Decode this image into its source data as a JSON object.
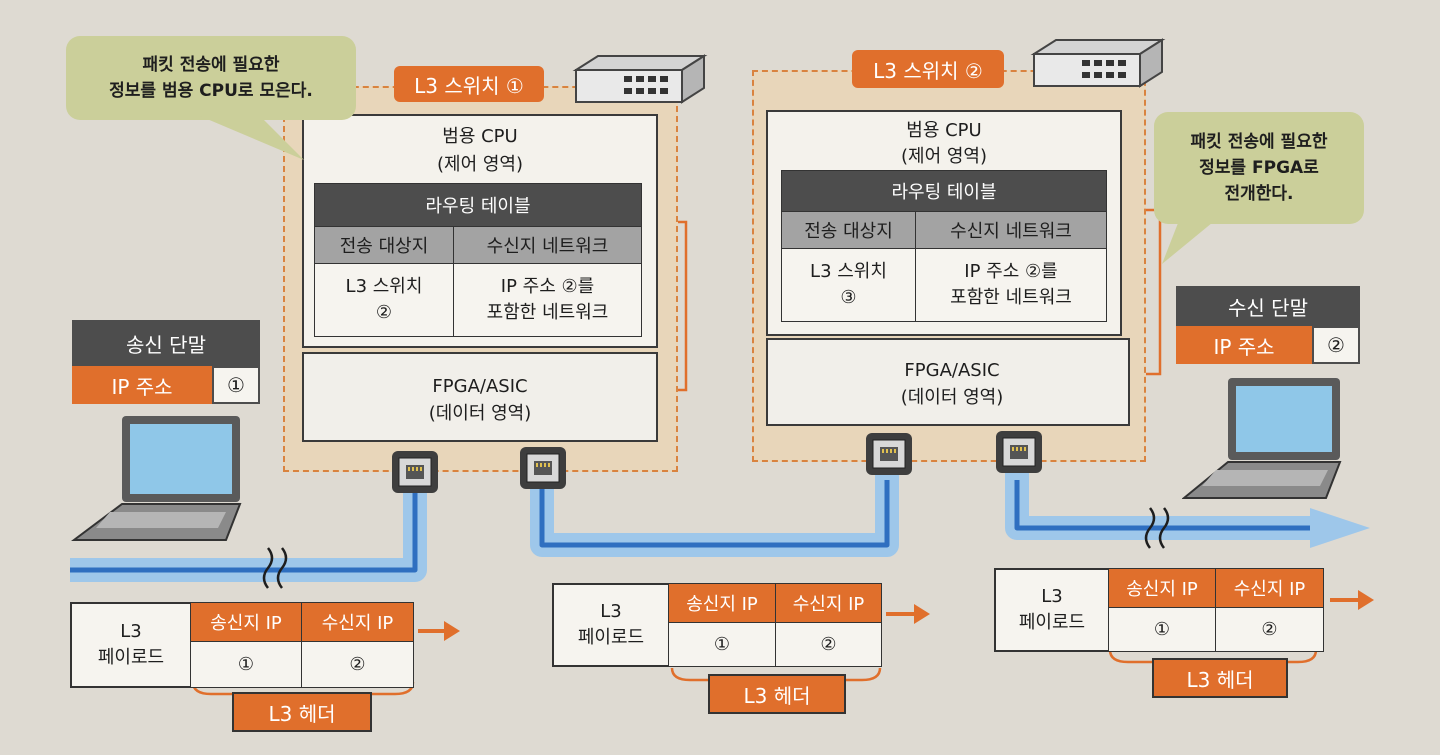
{
  "colors": {
    "orange": "#e06f2c",
    "dark": "#4d4d4d",
    "blue": "#2f6fc0",
    "cable": "#9ec7ea",
    "bubble": "#cbcf9a"
  },
  "switch1": {
    "name": "L3 스위치 ①",
    "cpu_title": "범용 CPU",
    "cpu_sub": "(제어 영역)",
    "table_title": "라우팅 테이블",
    "col1": "전송 대상지",
    "col2": "수신지 네트워크",
    "row_col1": [
      "L3 스위치",
      "②"
    ],
    "row_col2": [
      "IP 주소 ②를",
      "포함한 네트워크"
    ],
    "fpga_title": "FPGA/ASIC",
    "fpga_sub": "(데이터 영역)"
  },
  "switch2": {
    "name": "L3 스위치 ②",
    "cpu_title": "범용 CPU",
    "cpu_sub": "(제어 영역)",
    "table_title": "라우팅 테이블",
    "col1": "전송 대상지",
    "col2": "수신지 네트워크",
    "row_col1": [
      "L3 스위치",
      "③"
    ],
    "row_col2": [
      "IP 주소 ②를",
      "포함한 네트워크"
    ],
    "fpga_title": "FPGA/ASIC",
    "fpga_sub": "(데이터 영역)"
  },
  "bubble_left": [
    "패킷 전송에 필요한",
    "정보를 범용 CPU로 모은다."
  ],
  "bubble_right": [
    "패킷 전송에 필요한",
    "정보를 FPGA로",
    "전개한다."
  ],
  "sender": {
    "title": "송신 단말",
    "ip_label": "IP 주소",
    "ip_value": "①"
  },
  "receiver": {
    "title": "수신 단말",
    "ip_label": "IP 주소",
    "ip_value": "②"
  },
  "packets": [
    {
      "payload": [
        "L3",
        "페이로드"
      ],
      "src_label": "송신지 IP",
      "dst_label": "수신지 IP",
      "src": "①",
      "dst": "②",
      "header": "L3 헤더"
    },
    {
      "payload": [
        "L3",
        "페이로드"
      ],
      "src_label": "송신지 IP",
      "dst_label": "수신지 IP",
      "src": "①",
      "dst": "②",
      "header": "L3 헤더"
    },
    {
      "payload": [
        "L3",
        "페이로드"
      ],
      "src_label": "송신지 IP",
      "dst_label": "수신지 IP",
      "src": "①",
      "dst": "②",
      "header": "L3 헤더"
    }
  ]
}
